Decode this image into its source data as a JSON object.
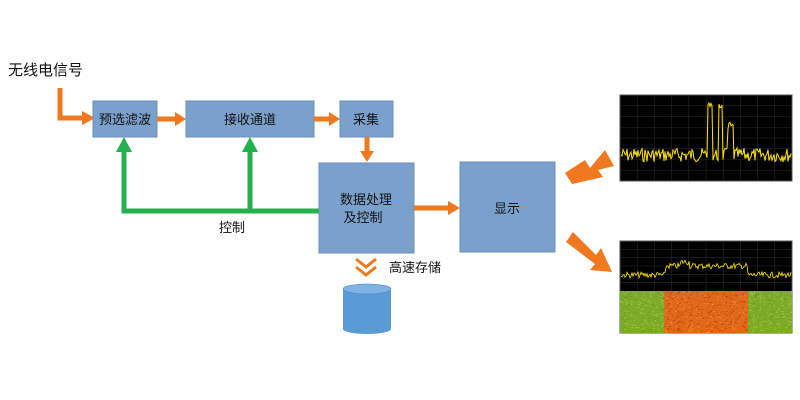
{
  "input_signal_label": "无线电信号",
  "blocks": {
    "preselect_filter": "预选滤波",
    "receive_channel": "接收通道",
    "acquisition": "采集",
    "processing_line1": "数据处理",
    "processing_line2": "及控制",
    "display": "显示"
  },
  "control_label": "控制",
  "storage_label": "高速存储",
  "colors": {
    "block_fill": "#7aa0cc",
    "block_stroke": "#6a8fbb",
    "signal_arrow": "#f0781e",
    "control_arrow": "#22b14c",
    "storage_fill": "#5b9bd5",
    "spectrum_bg": "#000000",
    "spectrum_trace": "#ffe500",
    "waterfall_noise": "#7cab2a",
    "waterfall_signal": "#e06a1a"
  },
  "displays": {
    "spectrum_view": "spectrum-icon",
    "waterfall_view": "waterfall-icon"
  }
}
